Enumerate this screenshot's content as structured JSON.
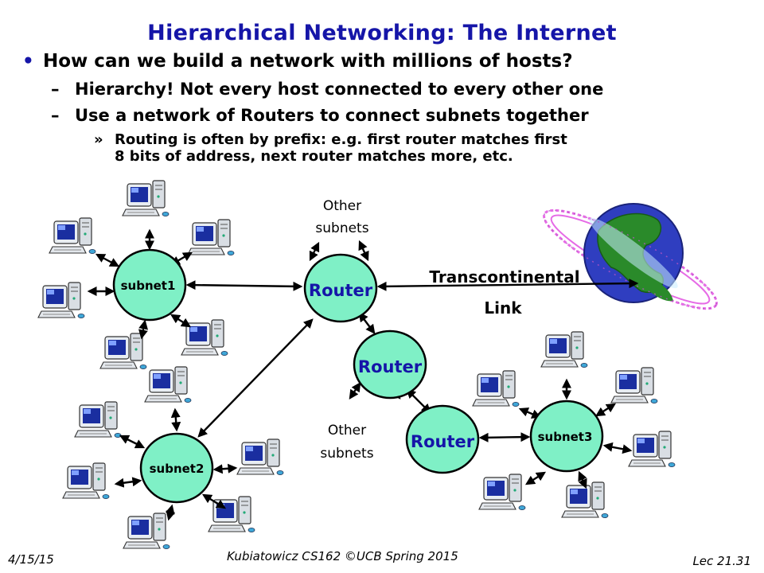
{
  "title": "Hierarchical Networking: The Internet",
  "bullets": {
    "main": "How can we build a network with millions of hosts?",
    "sub1": "Hierarchy! Not every host connected to every other one",
    "sub2": "Use a network of Routers to connect subnets together",
    "subsub_line1": "Routing is often by prefix: e.g. first router matches first",
    "subsub_line2": "8 bits of address, next router matches more, etc."
  },
  "bullet_marks": {
    "dot": "•",
    "dash": "–",
    "raquo": "»"
  },
  "diagram": {
    "subnet1": "subnet1",
    "subnet2": "subnet2",
    "subnet3": "subnet3",
    "router_top": "Router",
    "router_middle": "Router",
    "router_bottom": "Router",
    "other_subnets_top_line1": "Other",
    "other_subnets_top_line2": "subnets",
    "other_subnets_bottom_line1": "Other",
    "other_subnets_bottom_line2": "subnets",
    "transcontinental": "Transcontinental",
    "link": "Link",
    "node_fill": "#7ff0c6",
    "globe_ocean": "#2f3ec0",
    "globe_land": "#2a8a2a",
    "ring_color": "#e66be6",
    "icons": [
      "desktop-computer-icon",
      "globe-icon"
    ]
  },
  "footer": {
    "date": "4/15/15",
    "course": "Kubiatowicz CS162 ©UCB Spring 2015",
    "lecture": "Lec 21.31"
  }
}
